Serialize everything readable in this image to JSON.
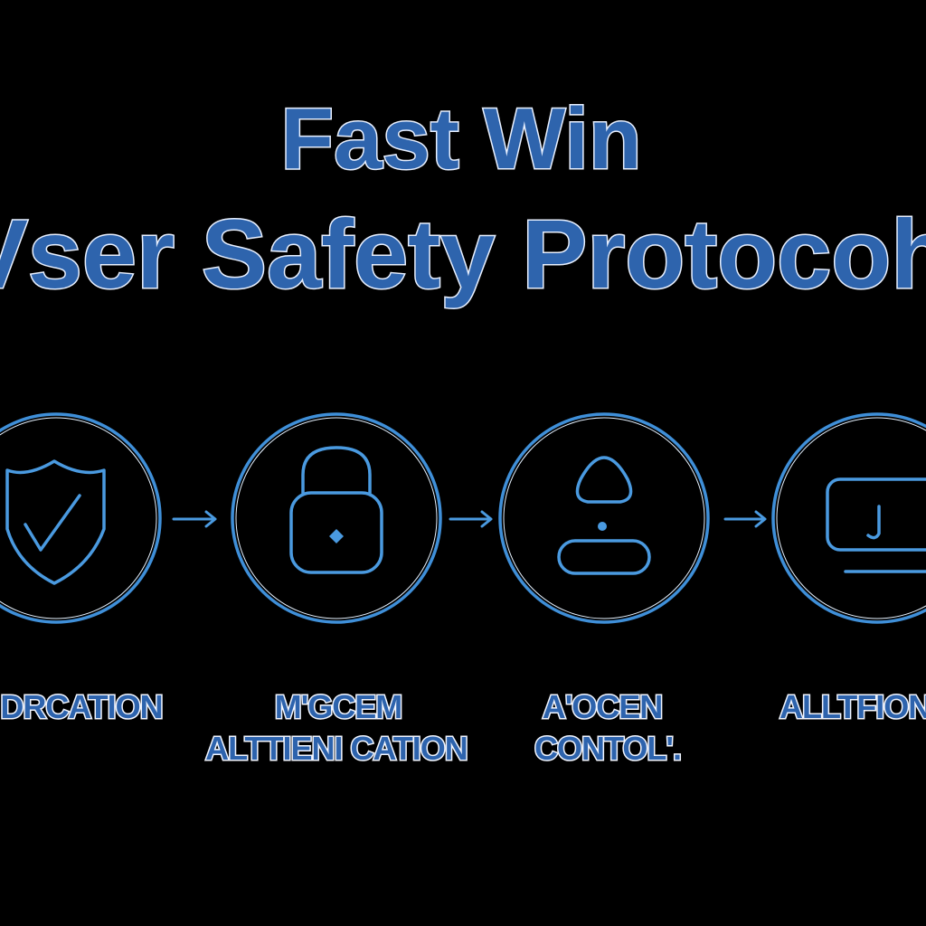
{
  "header": {
    "title_line1": "Fast Win",
    "title_line2": "Vser Safety Protocoh"
  },
  "steps": [
    {
      "icon": "shield-check-icon",
      "label_line1": "DRCATION",
      "label_line2": ""
    },
    {
      "icon": "padlock-icon",
      "label_line1": "M'GCEM",
      "label_line2": "ALTTIENI CATION"
    },
    {
      "icon": "user-icon",
      "label_line1": "A'OCEN",
      "label_line2": "CONTOL'."
    },
    {
      "icon": "monitor-icon",
      "label_line1": "ALLTFION",
      "label_line2": ""
    }
  ],
  "colors": {
    "background": "#000000",
    "text_blue": "#2e64ad",
    "icon_blue": "#3f8fd8",
    "outline": "#ffffff"
  }
}
